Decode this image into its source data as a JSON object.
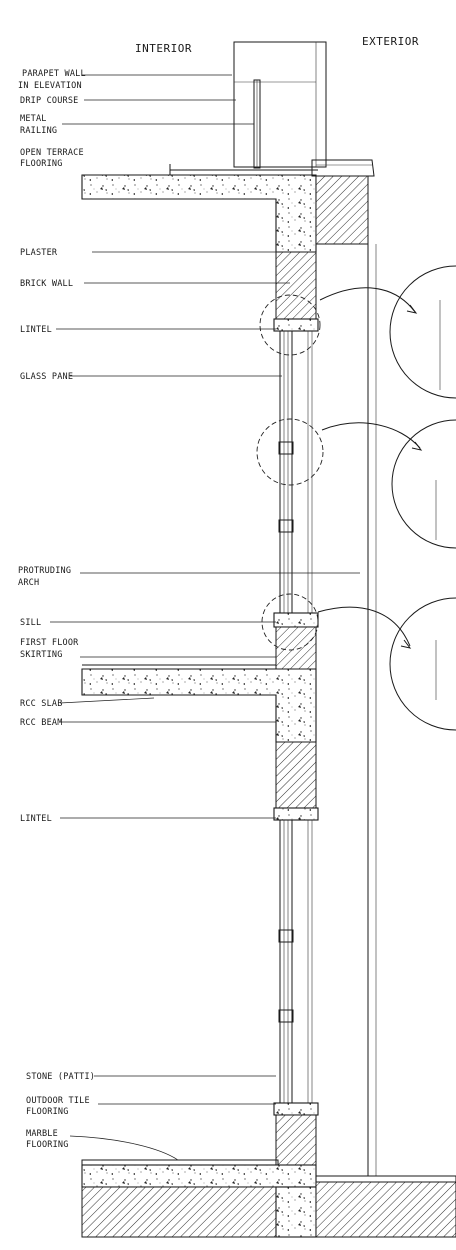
{
  "headers": {
    "interior": "INTERIOR",
    "exterior": "EXTERIOR"
  },
  "labels": {
    "parapet_wall": [
      "PARAPET WALL",
      "IN ELEVATION"
    ],
    "drip_course": "DRIP COURSE",
    "metal_railing": [
      "METAL",
      "RAILING"
    ],
    "open_terrace_flooring": [
      "OPEN TERRACE",
      "FLOORING"
    ],
    "plaster": "PLASTER",
    "brick_wall": "BRICK WALL",
    "lintel_top": "LINTEL",
    "glass_pane": "GLASS PANE",
    "protruding_arch": [
      "PROTRUDING",
      "ARCH"
    ],
    "sill": "SILL",
    "first_floor_skirting": [
      "FIRST FLOOR",
      "SKIRTING"
    ],
    "rcc_slab": "RCC SLAB",
    "rcc_beam": "RCC BEAM",
    "lintel_bottom": "LINTEL",
    "stone_patti": "STONE (PATTI)",
    "outdoor_tile_flooring": [
      "OUTDOOR TILE",
      "FLOORING"
    ],
    "marble_flooring": [
      "MARBLE",
      "FLOORING"
    ]
  },
  "colors": {
    "ink": "#1a1a1a",
    "paper": "#ffffff"
  }
}
